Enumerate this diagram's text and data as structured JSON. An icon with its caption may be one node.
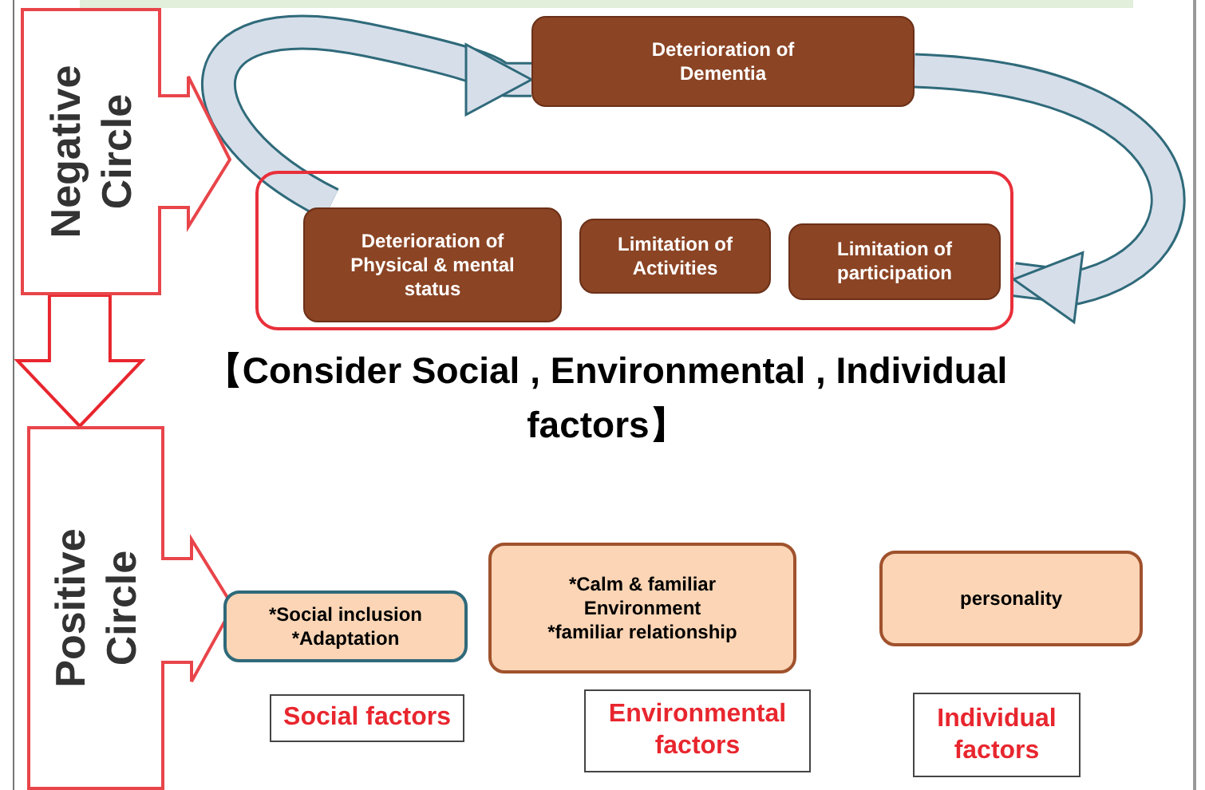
{
  "diagram": {
    "nodes": [
      {
        "text": [
          "Negative Circle"
        ]
      },
      {
        "text": [
          "Deterioration of Dementia"
        ]
      },
      {
        "text": [],
        "shape": "box"
      },
      {
        "text": [
          "Deterioration of Physical & mental status"
        ],
        "in": 2
      },
      {
        "text": [
          "Limitation of Activities"
        ],
        "in": 2
      },
      {
        "text": [
          "Limitation of participation"
        ],
        "in": 2
      },
      {
        "text": [
          "Positive Circle"
        ]
      },
      {
        "text": [
          "*Social inclusion *Adaptation"
        ]
      },
      {
        "text": [
          "*Calm & familiar Environment *familiar relationship"
        ]
      },
      {
        "text": [
          "personality"
        ]
      },
      {
        "text": [
          "Social factors"
        ]
      },
      {
        "text": [
          "Environmental factors"
        ]
      },
      {
        "text": [
          "Individual factors"
        ]
      }
    ],
    "edges": [
      {
        "from": 3,
        "to": 1,
        "arrow": "to"
      },
      {
        "from": 1,
        "to": 2,
        "arrow": "to"
      },
      {
        "from": 0,
        "to": 6,
        "arrow": "to"
      }
    ],
    "labels": [
      "【Consider Social , Environmental , Individual factors】"
    ]
  }
}
